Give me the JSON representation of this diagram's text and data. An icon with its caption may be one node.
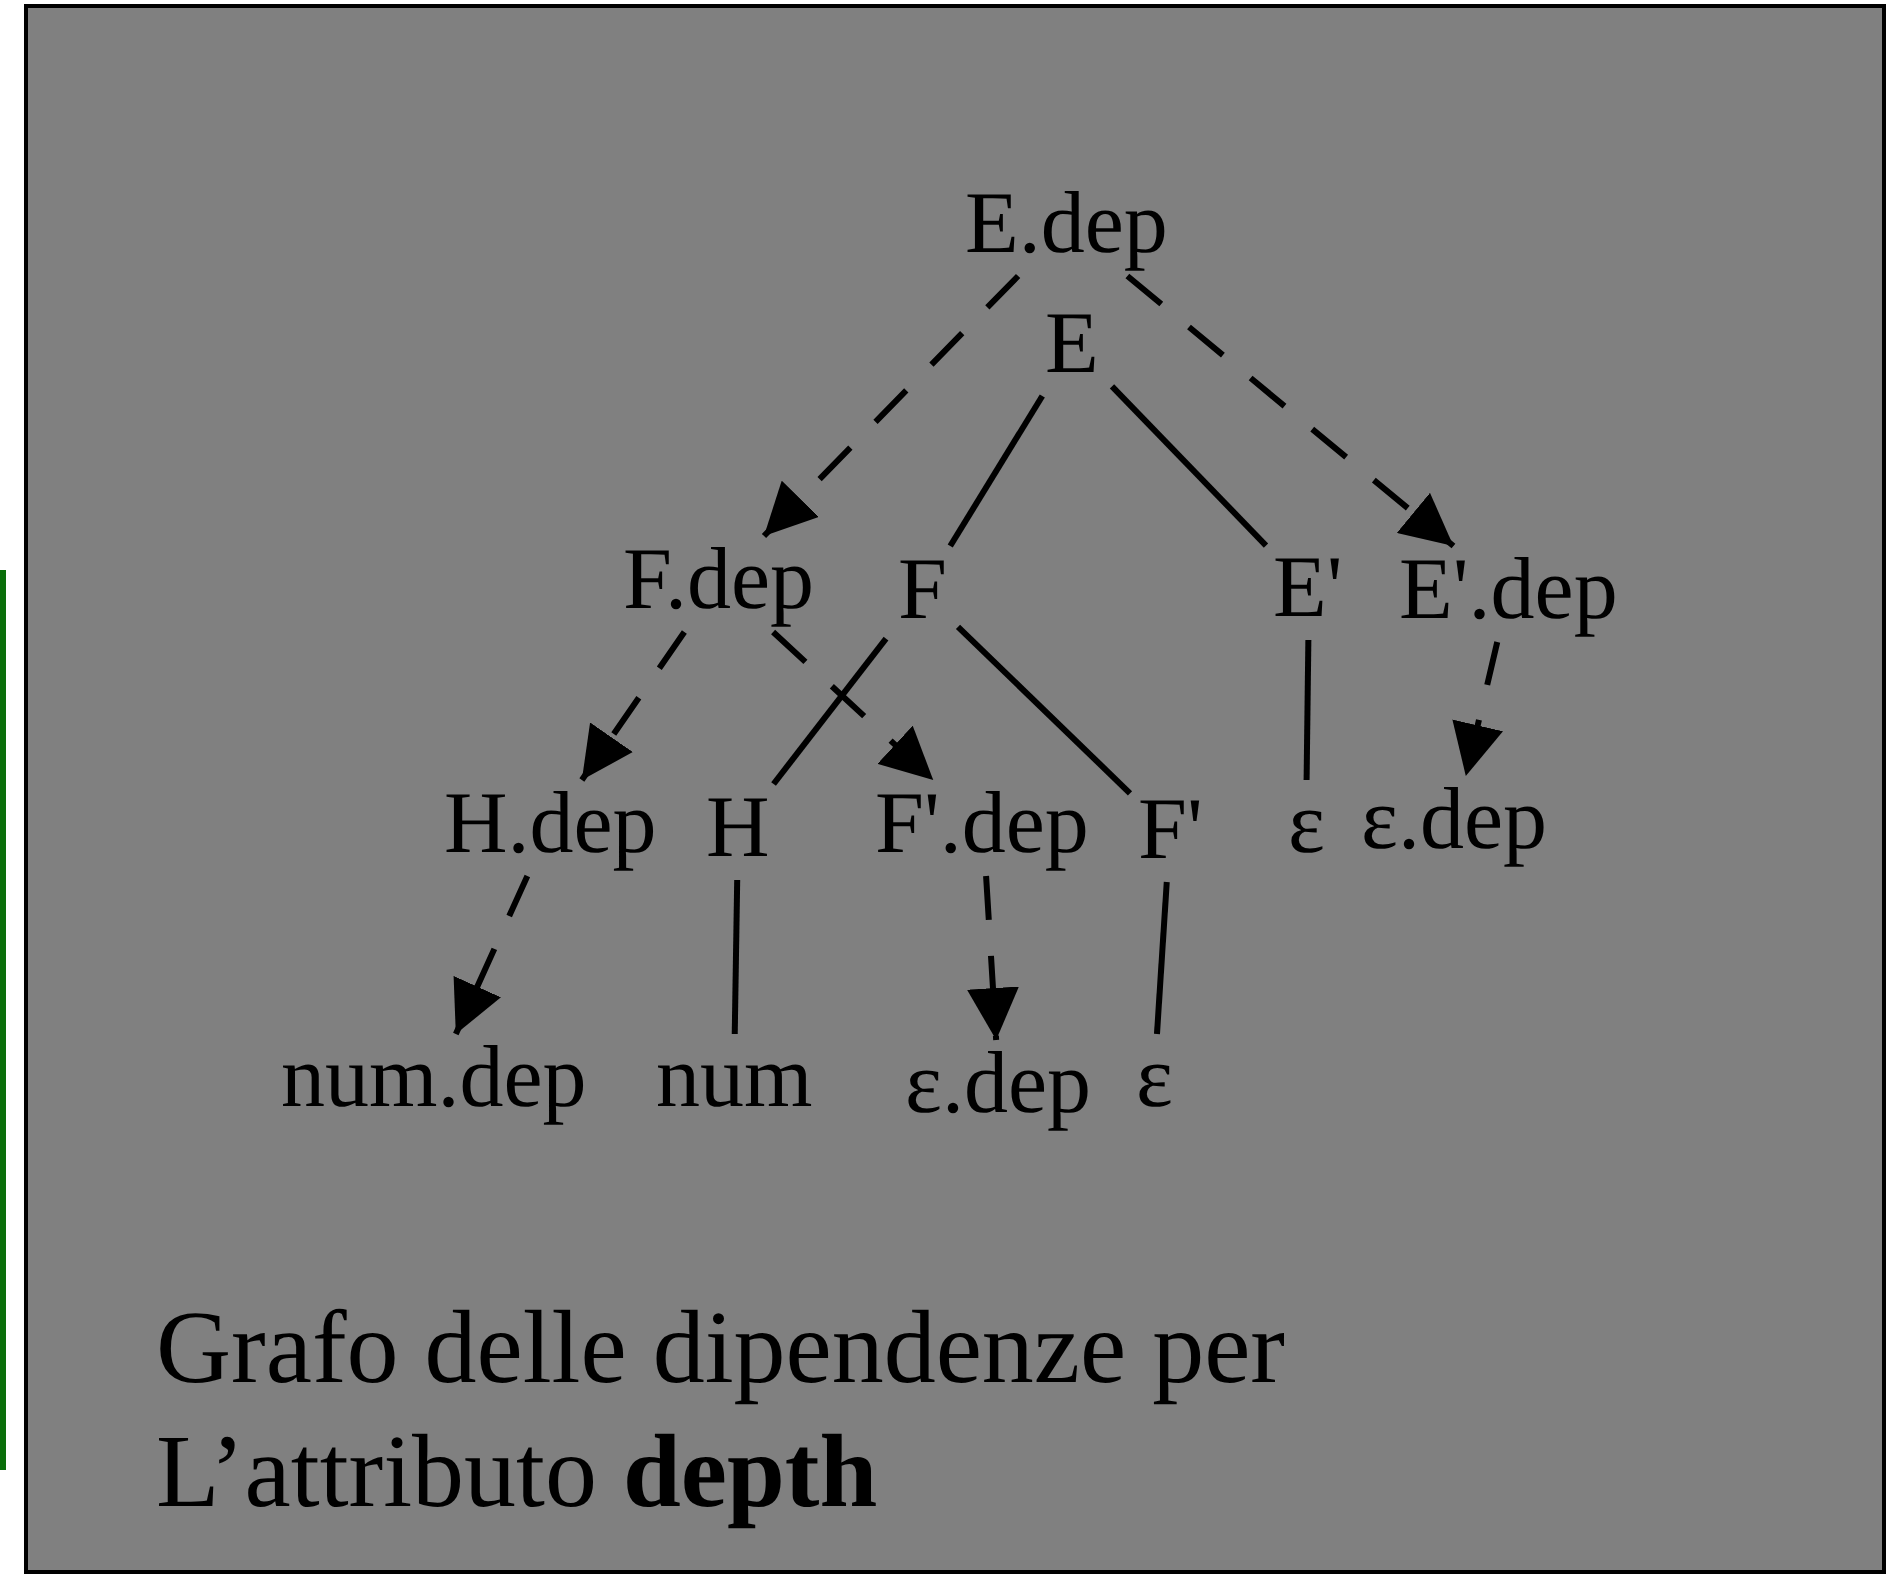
{
  "diagram": {
    "caption": "Grafo delle dipendenze per L’attributo **depth**",
    "nodes": [
      {
        "text": [
          "E.dep"
        ]
      },
      {
        "text": [
          "E"
        ]
      },
      {
        "text": [
          "F.dep"
        ]
      },
      {
        "text": [
          "F"
        ]
      },
      {
        "text": [
          "E'"
        ]
      },
      {
        "text": [
          "E'.dep"
        ]
      },
      {
        "text": [
          "H.dep"
        ]
      },
      {
        "text": [
          "H"
        ]
      },
      {
        "text": [
          "F'.dep"
        ]
      },
      {
        "text": [
          "F'"
        ]
      },
      {
        "text": [
          "ε"
        ]
      },
      {
        "text": [
          "ε.dep"
        ]
      },
      {
        "text": [
          "num.dep"
        ]
      },
      {
        "text": [
          "num"
        ]
      },
      {
        "text": [
          "ε.dep"
        ]
      },
      {
        "text": [
          "ε"
        ]
      }
    ],
    "edges": [
      {
        "from": 0,
        "to": 2,
        "arrow": "to",
        "style": "dashed"
      },
      {
        "from": 0,
        "to": 5,
        "arrow": "to",
        "style": "dashed"
      },
      {
        "from": 1,
        "to": 3,
        "arrow": "none"
      },
      {
        "from": 1,
        "to": 4,
        "arrow": "none"
      },
      {
        "from": 2,
        "to": 6,
        "arrow": "to",
        "style": "dashed"
      },
      {
        "from": 2,
        "to": 8,
        "arrow": "to",
        "style": "dashed"
      },
      {
        "from": 3,
        "to": 7,
        "arrow": "none"
      },
      {
        "from": 3,
        "to": 9,
        "arrow": "none"
      },
      {
        "from": 4,
        "to": 10,
        "arrow": "none"
      },
      {
        "from": 5,
        "to": 11,
        "arrow": "to",
        "style": "dashed"
      },
      {
        "from": 6,
        "to": 12,
        "arrow": "to",
        "style": "dashed"
      },
      {
        "from": 7,
        "to": 13,
        "arrow": "none"
      },
      {
        "from": 8,
        "to": 14,
        "arrow": "to",
        "style": "dashed"
      },
      {
        "from": 9,
        "to": 15,
        "arrow": "none"
      }
    ]
  }
}
